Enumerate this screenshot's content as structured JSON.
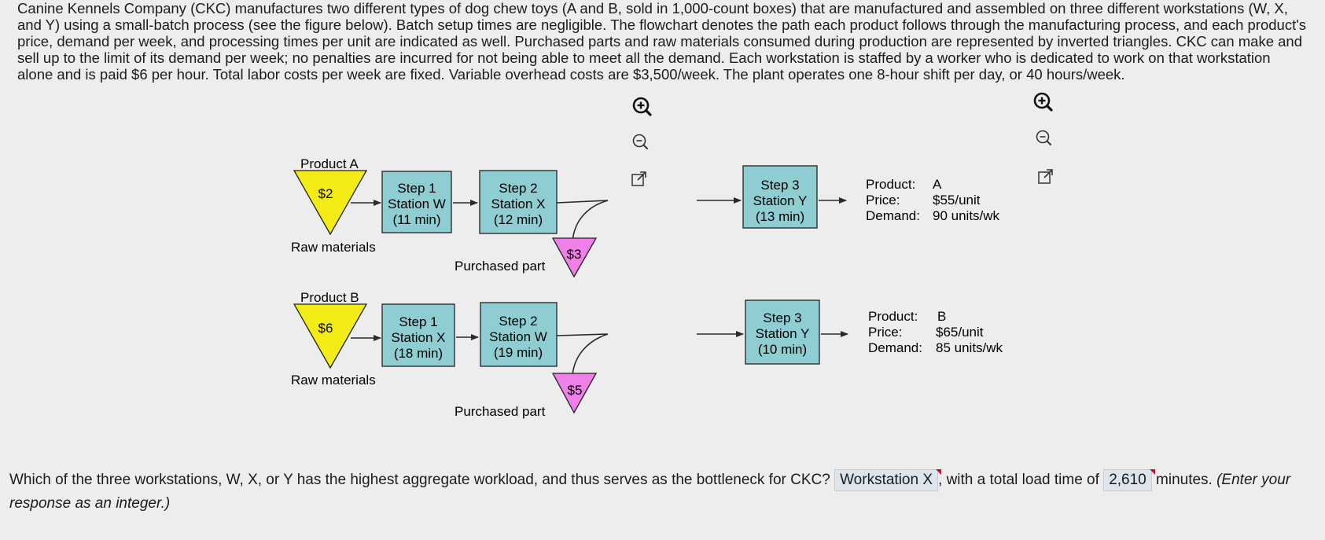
{
  "intro_text": "Canine Kennels Company (CKC) manufactures two different types of dog chew toys (A and B, sold in 1,000-count boxes) that are manufactured and assembled on three different workstations (W, X, and Y) using a small-batch process (see the figure below). Batch setup times are negligible. The flowchart denotes the path each product follows through the manufacturing process, and each product's price, demand per week, and processing times per unit are indicated as well. Purchased parts and raw materials consumed during production are represented by inverted triangles. CKC can make and sell up to the limit of its demand per week; no penalties are incurred for not being able to meet all the demand. Each workstation is staffed by a worker who is dedicated to work on that workstation alone and is paid $6 per hour. Total labor costs per week are fixed. Variable overhead costs are $3,500/week. The plant operates one 8-hour shift per day, or 40 hours/week.",
  "icons": [
    "zoom-in-icon",
    "zoom-out-icon",
    "external-link-icon"
  ],
  "colors": {
    "raw_triangle": "#f4ec16",
    "purchased_triangle": "#ee80e8",
    "station_box": "#8ecdd1",
    "arrow": "#2a2a2a",
    "background": "#ededed",
    "answer_box": "#dde4ec"
  },
  "flow": {
    "product_a": {
      "label": "Product A",
      "raw_cost": "$2",
      "raw_label": "Raw materials",
      "step1": {
        "line1": "Step 1",
        "line2": "Station W",
        "line3": "(11 min)"
      },
      "step2": {
        "line1": "Step 2",
        "line2": "Station X",
        "line3": "(12 min)"
      },
      "purchased_cost": "$3",
      "purchased_label": "Purchased part",
      "step3": {
        "line1": "Step 3",
        "line2": "Station Y",
        "line3": "(13 min)"
      },
      "info": {
        "product_key": "Product:",
        "product_val": "A",
        "price_key": "Price:",
        "price_val": "$55/unit",
        "demand_key": "Demand:",
        "demand_val": "90 units/wk"
      }
    },
    "product_b": {
      "label": "Product B",
      "raw_cost": "$6",
      "raw_label": "Raw materials",
      "step1": {
        "line1": "Step 1",
        "line2": "Station X",
        "line3": "(18 min)"
      },
      "step2": {
        "line1": "Step 2",
        "line2": "Station W",
        "line3": "(19 min)"
      },
      "purchased_cost": "$5",
      "purchased_label": "Purchased part",
      "step3": {
        "line1": "Step 3",
        "line2": "Station Y",
        "line3": "(10 min)"
      },
      "info": {
        "product_key": "Product:",
        "product_val": "B",
        "price_key": "Price:",
        "price_val": "$65/unit",
        "demand_key": "Demand:",
        "demand_val": "85 units/wk"
      }
    }
  },
  "question": {
    "part1": "Which of the three workstations, W, X, or Y has the highest aggregate workload, and thus serves as the bottleneck for CKC?",
    "answer1": "Workstation X",
    "part2": ", with a total load time of",
    "answer2": "2,610",
    "part3": "minutes.",
    "note": "(Enter your response as an integer.)"
  }
}
